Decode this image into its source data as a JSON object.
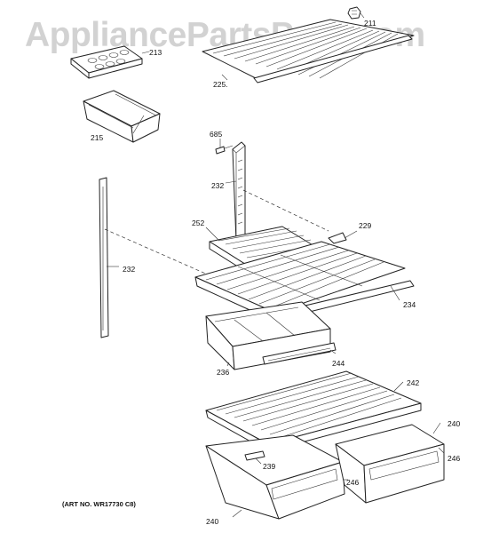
{
  "watermark": "AppliancePartsPros.com",
  "art_number": "(ART NO. WR17730 C8)",
  "callouts": {
    "c211": "211",
    "c213": "213",
    "c225": "225.",
    "c215": "215",
    "c685": "685",
    "c232a": "232",
    "c232b": "232",
    "c252": "252",
    "c229": "229",
    "c234": "234",
    "c236": "236",
    "c244": "244",
    "c242": "242",
    "c240a": "240",
    "c240b": "240",
    "c246a": "246",
    "c246b": "246",
    "c239": "239"
  }
}
